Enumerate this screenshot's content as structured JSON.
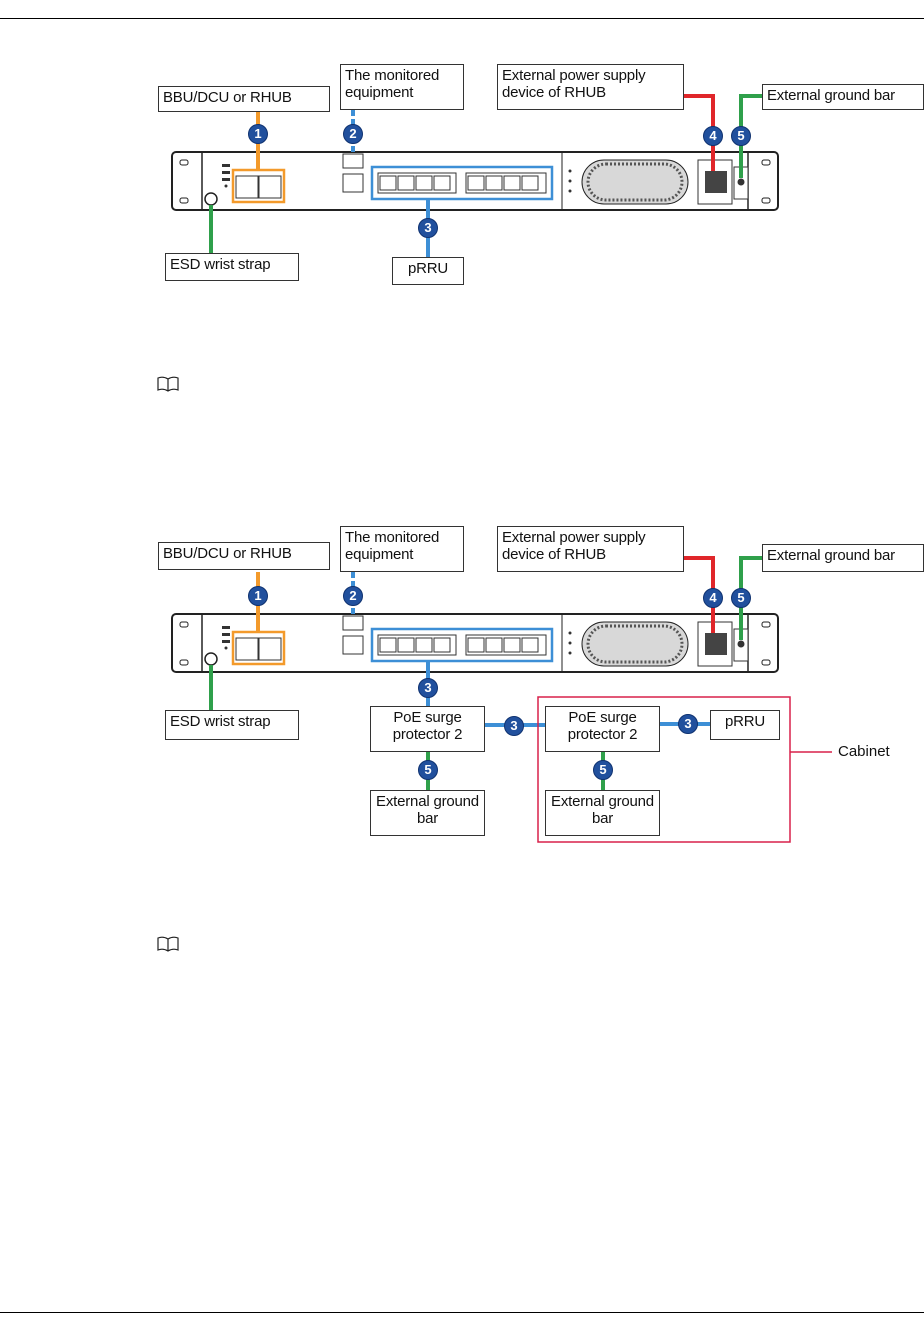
{
  "figure1": {
    "labels": {
      "bbu": "BBU/DCU or RHUB",
      "monitored": "The monitored equipment",
      "power": "External power supply device of RHUB",
      "ground": "External ground bar",
      "esd": "ESD wrist strap",
      "prru": "pRRU"
    },
    "badges": [
      "1",
      "2",
      "3",
      "4",
      "5"
    ]
  },
  "figure2": {
    "labels": {
      "bbu": "BBU/DCU  or  RHUB",
      "monitored": "The monitored equipment",
      "power": "External power supply device of RHUB",
      "ground": "External ground bar",
      "esd": "ESD wrist strap",
      "poe_left": "PoE surge protector 2",
      "poe_right": "PoE surge protector 2",
      "prru": "pRRU",
      "ground_left": "External ground bar",
      "ground_right": "External ground bar",
      "cabinet": "Cabinet"
    },
    "badges": [
      "1",
      "2",
      "3",
      "3",
      "3",
      "4",
      "5",
      "5",
      "5"
    ]
  },
  "colors": {
    "orange": "#f39a2b",
    "blue": "#3d8fd6",
    "red": "#e0262a",
    "green": "#2fa04b",
    "badge": "#21509d",
    "cabinet": "#d8204a"
  },
  "icons": [
    "note-book-icon",
    "note-book-icon"
  ]
}
